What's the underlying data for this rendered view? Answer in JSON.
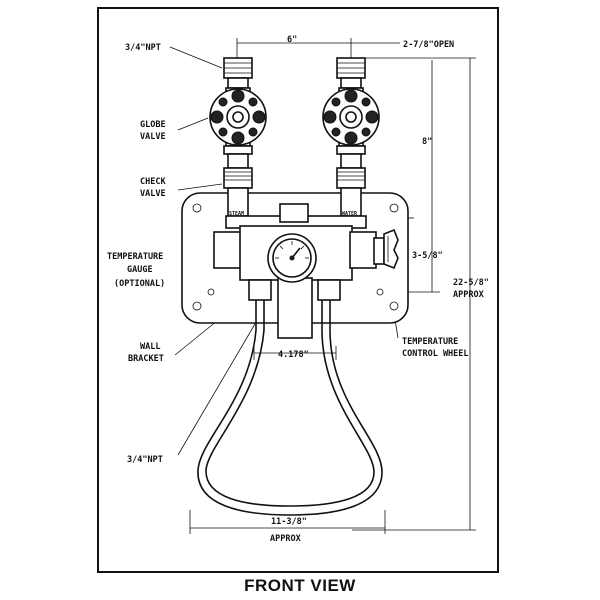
{
  "title": "FRONT VIEW",
  "labels": {
    "npt_top": "3/4\"NPT",
    "dim_6": "6\"",
    "dim_open": "2-7/8\"OPEN",
    "globe_valve_1": "GLOBE",
    "globe_valve_2": "VALVE",
    "dim_8": "8\"",
    "check_valve_1": "CHECK",
    "check_valve_2": "VALVE",
    "steam": "STEAM",
    "water": "WATER",
    "temp_gauge_1": "TEMPERATURE",
    "temp_gauge_2": "GAUGE",
    "temp_gauge_3": "(OPTIONAL)",
    "dim_358": "3-5/8\"",
    "dim_2258_1": "22-5/8\"",
    "dim_2258_2": "APPROX",
    "wall_bracket_1": "WALL",
    "wall_bracket_2": "BRACKET",
    "dim_4178": "4.178\"",
    "temp_wheel_1": "TEMPERATURE",
    "temp_wheel_2": "CONTROL WHEEL",
    "npt_bottom": "3/4\"NPT",
    "dim_1138_1": "11-3/8\"",
    "dim_1138_2": "APPROX"
  }
}
